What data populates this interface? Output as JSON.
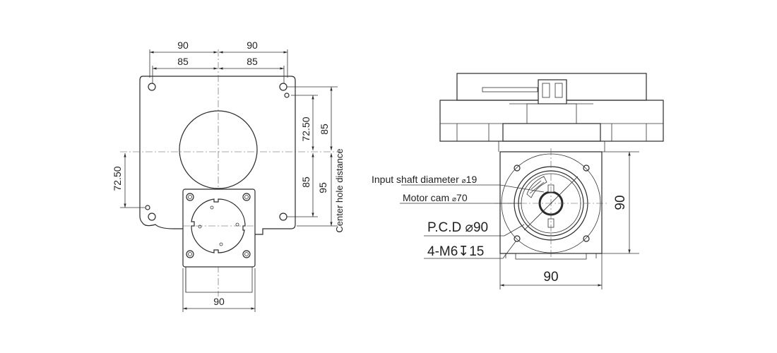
{
  "front_view": {
    "dims": {
      "top_left_90": "90",
      "top_right_90": "90",
      "top_left_85": "85",
      "top_right_85": "85",
      "right_72_50": "72.50",
      "right_85_upper": "85",
      "right_85_lower": "85",
      "right_95": "95",
      "left_72_50": "72.50",
      "bottom_90": "90",
      "center_hole_label": "Center hole distance"
    }
  },
  "side_view": {
    "callouts": {
      "input_shaft_prefix": "Input ",
      "input_shaft_main": "shaft diameter",
      "input_shaft_value": "19",
      "motor_cam": "Motor cam ",
      "motor_cam_value": "70",
      "pcd": "P.C.D",
      "pcd_value": "90",
      "holes": "4-M6",
      "holes_depth": "15"
    },
    "dims": {
      "width_90": "90",
      "height_90": "90"
    }
  },
  "colors": {
    "line": "#2a2a2a",
    "text": "#222222",
    "background": "#ffffff"
  }
}
